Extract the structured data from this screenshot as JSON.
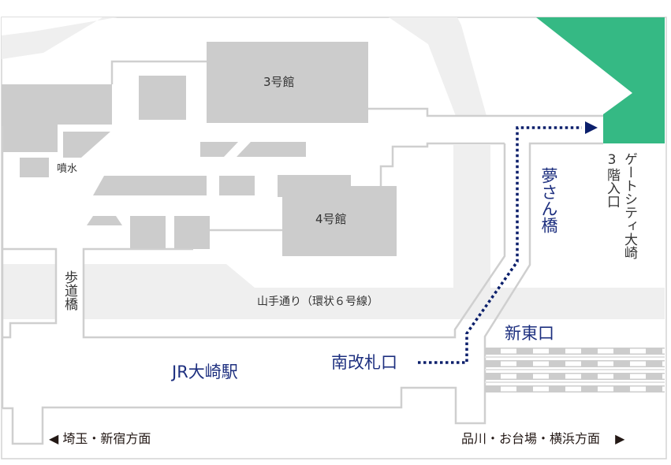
{
  "colors": {
    "building": "#cccccc",
    "road": "#efefef",
    "outline": "#cfcfcf",
    "destination": "#35b984",
    "route": "#0b1f6b",
    "label_accent": "#1d2f7f"
  },
  "buildings": {
    "building3": "3号館",
    "building4": "4号館"
  },
  "landmarks": {
    "fountain": "噴水",
    "footbridge": "歩道橋",
    "road": "山手通り（環状６号線）",
    "yume_bridge": "夢さん橋"
  },
  "destination": {
    "name": "ゲートシティ大崎",
    "entrance": "3階入口"
  },
  "station": {
    "name": "JR大崎駅",
    "south_gate": "南改札口",
    "new_east_gate": "新東口"
  },
  "directions": {
    "left": "埼玉・新宿方面",
    "right": "品川・お台場・横浜方面"
  },
  "icons": {
    "left_arrow": "◀",
    "right_arrow": "▶"
  }
}
